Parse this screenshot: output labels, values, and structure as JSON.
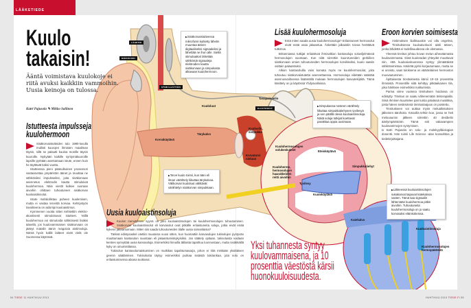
{
  "section": "LÄÄKETIEDE",
  "title": "Kuulo takaisin!",
  "lede": "Ääntä voimistava kuulokoje ei riitä avuksi kaikkiin vammoihin. Uusia keinoja on tulossa.",
  "byline": "Katri Pajusola ✎ Mikko Sallinen",
  "articles": {
    "implant": {
      "heading": "Istutteesta impulsseja kuulohermoon",
      "paragraphs": [
        "Sisäkorvaistutteiden tulo 1980-luvulla mullisti kuurojen ihmisten maailman täysin, sillä se palautti kuuloa monille täysin kuuroille. Nykyään kaikille syntymäkuuroille lapsille pyritään asentamaan istute, ennen kuin he täyttävät kaksi vuotta.",
        "Istutteessa pieni päänulkoinen prosessori vastaanottaa ympäristön äänet ja muuttaa ne sähköisiksi impulsseiksi, joita sisäkorvaan asennetun elektrodin kautta stimuloivat kuulohermoa. Näin viestit kulkee suoraan aivoihin ohittaen tuhoutuneet sisäkorvan kuuloaistinsolut.",
        "Istute mahdollistaa puheen kuulemisen, mutta ei vastaa tervettä korvaa. Kehitystyön tavoitteena on aidompi kuuloaistimus.",
        "Kymmenen vuotta sitten kehitettiin elektro-akustisesti stimuloituvat istutteet. Niillä kuulohermoa voi stimuloida sähköisesti lisäksi äänellä, jos kuulovammaisen sisäkorvaan on jäänyt matalin äänin reagoivia aistinsoluja. Nämä hyvin kalliit laitteet eivät vielä ole Suomessa käytössä."
      ]
    },
    "hair_cells": {
      "heading": "Uusia kuuloaistinsoluja",
      "paragraphs": [
        "Kuulon menetyksen syynä on joko kuuloaistinsolujen tai kuulohermosolujen tuhoutuminen. Sisäkorvan kuuloaistinsolut eli karvasolut ovat pitkälle erilaistuneita soluja, jotka eivät enää kykene jakaantumaan. Miten siis saada tuhoutuneiden tilalle uusia samanlaisia?",
        "Tärkeä edistysaskel otettiin muutama vuosi sitten, kun huomattiin karvasolujen tukisolujen pystyvän muuttumaan kantasolun suuntaan eli jakaantumiskykyisiksi. Jos säätely opitaan, tukisoluista voidaan kenties synnyttää uusia karvasoluja. Esimerkiksi linnuilla tällaista tapahtuu luonnostaan, mutta nisäkkäillä kyky on uinumistilassa.",
        "Tukisolun kantasolumaistuminen on mutkikas tapahtumasarja, johon ei riitä minkään yksittäisen geenin säätäminen. Tukisolusta täytyy esimerkiksi purkaa sisäistä tukirankaa, jota solu on erilaistumisensa aikana tuottanut."
      ]
    },
    "nerve_cells": {
      "heading": "Lisää kuulohermosoluja",
      "paragraphs": [
        "Entä miten saada uusia kuulohermosoluja? Erilaistuneet hermosolut eivät enää osaa jakaantua. Äskettäin julkaistiin toivoa herättävä tutkimus.",
        "Britanniassa tutkijat erilaistivat ihmisalkion kantasoluja soluviljelmässä hermosolujen suuntaan. Kun niitä siirrettiin kuurotuneiden gerbiilien sisäkorvaan omien tuhoutuneiden hermosolujen korvikkeiksi, kuulo saatiin osittain palautetuksi.",
        "Alkion kantasoluilla voisi korvata myös ne kuulohermosolut, joita tuhoutuu sisäkorvaistutetta asennettaessa. Hermosoluja viitetään säästää asennusvaiheessa lisäämällä mukaan hermosolujen kasvutekijöitä. Tämä käsittely on jo käytössä Yhdysvalloissa."
      ]
    },
    "tinnitus": {
      "heading": "Eroon korvien soimisesta",
      "paragraphs": [
        "Aistimuksen liiallisuuskin voi olla ongelma. Tinnituksessa kuuloaivokuori aistii äänen, jonka lähdettä ei todellisuudessa ole olemassa.",
        "Yleensä tinnitus johtuu kovan melun aiheuttamasta kuulovammasta. Siinä kuuloradan yhteydet muuttuvat niin, että kuuloaivokuoressa syntyy ylimääräistä sähkötoimintaa. Häiriötä pyrkii korjautumaan, mutta se ei onnistu, vaan tuloksena on vääränlainen hermoston muovautuminen.",
        "Äpittaisesta tinnituksesta kärsii 10–15 prosenttia ihmisistä. Prosentille siitä kehittyy pitkäaikainen tila, joka häiritsee esimerkiksi nukkumista.",
        "Parina viime vuotena tinnituksen hoidossa on edistytty. Tinnitus on saatu vähenemään äniterapialla. Siinä ihminen kuuntelee pari tuntia päivässä musiikkia, josta hänen sietämänsä tinnitustaajuus on poistettu.",
        "Tinnitukseen voi auttaa myös melualtistuksen jälkeinen äänihoito. Kissoilla tehtiin koe, jossa ne heti meluvaurion jälkeen siirrettiin 40 desibelin äänlympäristöön. Tämä esti vakavampien kuulovammojen syntymisen."
      ],
      "author_note": "Katri Pajusola on solu- ja molekyylibiologian dosentti. Hän toimii Life Science -alan konsulttina ja tiedekirjoittajana."
    }
  },
  "callouts": {
    "implant": "Sisäkorvaistutteessa mikrofonin kytketty lähetin muuntaa äänen digitaaliseksi signaaleiksi ja lähettää ne ihon alle. Sieltä stimulaattori lähettää sähköisiä signaaleja elektrodien kautta sisäkorvaan ja simpukasta alkavaan kuulohermoon.",
    "cochlea": "Simpukassa nesteen värähtely liikuttaa simpukkatiehyeen tyvilevyä ja sen päällä olevia kuuloaistinsoluja. Näitä soluja tutkijat koettavat parakkaa oppia uusimaan.",
    "healthy": "Terve kuulo toimii, kun ääni eli ilman värähtely liikuttaa tärykalvoa. Välikorvan kuuloluut välittävät värähtelyn sisäkorvan simpukkaan.",
    "hair_cells": "Liikkeessä kuuloaistinsolujen sukakarvat taipuvat katekalvoa vasten. Tämä saa signaalin lähtemään kuulohermoa pitkin aivoihin. Tuhoutuneita kuulohermosoluja on jo saatu korvatuksi eläinkokeissa."
  },
  "diagram_tags": {
    "transmitter": "LÄHETIN",
    "microphone": "MIKROFONI",
    "stimulator": "STIMULAATTORI",
    "electrodes": "ELEKTRODIT"
  },
  "diagram_labels": {
    "ossicles": "Kuuloluut",
    "eardrum": "Tärykalvo",
    "ear_canal": "Korvakäytävä",
    "balance_organ": "Tasapainoelin",
    "cochlea": "Kuuloelin, simpukka",
    "eustachian": "Korvatorvi nieluun",
    "nerve_bodies": "Kuulohermosolujen solukeskukset",
    "nerve_path": "Kuulohermo, hermosolujen haarakkeiden reitti aivoihin",
    "vestibular_duct": "Eteiskäytävä",
    "cochlear_duct": "Simpukkatiehyt",
    "basilar": "Tyvilevy",
    "tympanic_duct": "Kuulokäytävä",
    "tectorial": "Katekalvo",
    "hair_cells": "Kuuloaistinsoluja",
    "nerve_endings": "Kuulohermosolujen hermopäätteitä"
  },
  "pull_quote": "Yksi tuhannesta syntyy kuulovammaisena, ja 10 prosenttia väestöstä kärsii huonokuuloisuudesta.",
  "footer": {
    "left_page": "54",
    "left_mag": "TIEDE 11",
    "left_date": "HUHTIKUU 2013",
    "right_date": "HUHTIKUU 2013",
    "right_mag": "TIEDE.FI",
    "right_page": "55"
  },
  "colors": {
    "accent": "#c8102e",
    "background": "#e9e9e9"
  }
}
